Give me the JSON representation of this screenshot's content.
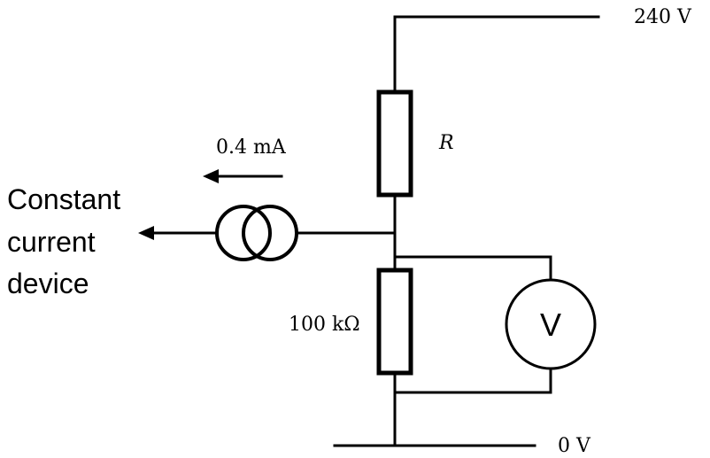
{
  "labels": {
    "supply_voltage": "240 V",
    "ground_voltage": "0 V",
    "resistor_r": "R",
    "resistor_fixed": "100 kΩ",
    "current": "0.4 mA",
    "device_line1": "Constant",
    "device_line2": "current",
    "device_line3": "device",
    "voltmeter": "V"
  }
}
